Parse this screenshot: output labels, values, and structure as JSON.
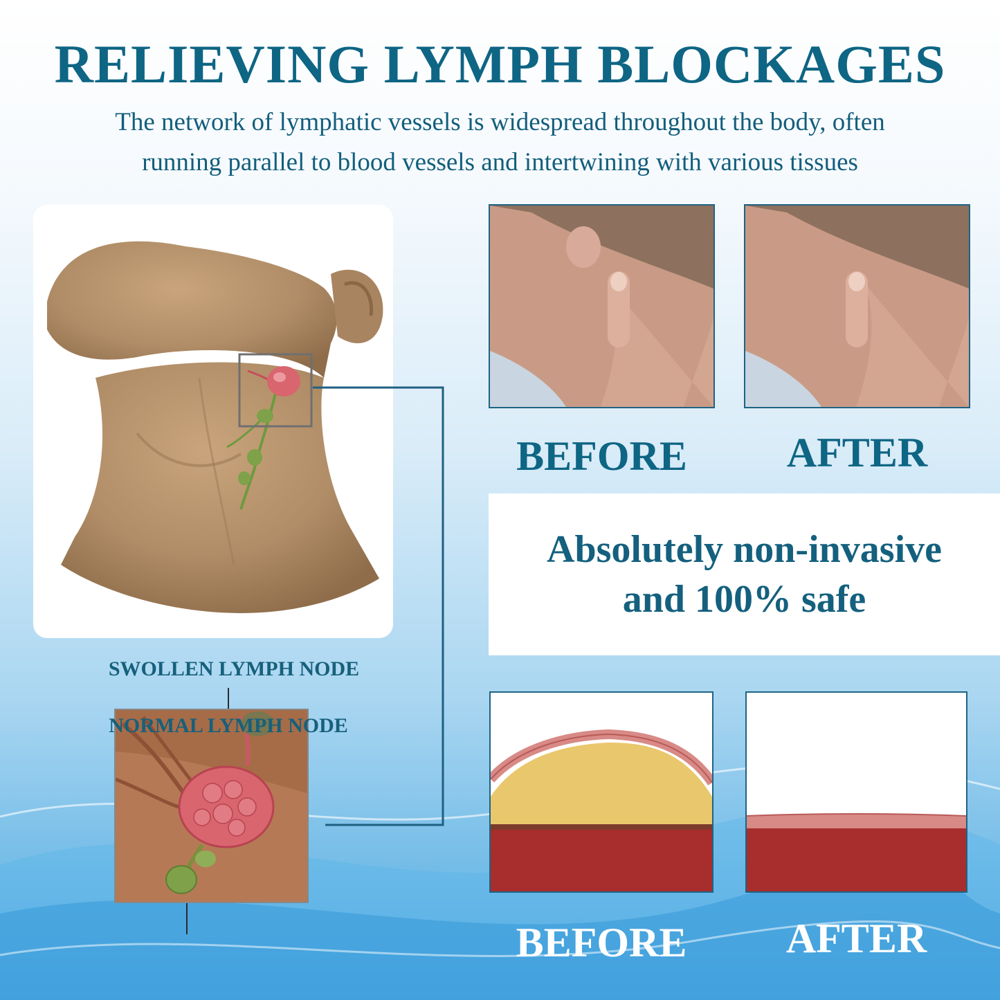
{
  "header": {
    "title": "RELIEVING LYMPH BLOCKAGES",
    "subtitle_line1": "The network of lymphatic vessels is widespread throughout the body, often",
    "subtitle_line2": "running parallel to blood vessels and intertwining with various tissues"
  },
  "labels": {
    "swollen": "SWOLLEN LYMPH NODE",
    "normal": "NORMAL LYMPH NODE"
  },
  "comparison_photos": {
    "before": "BEFORE",
    "after": "AFTER"
  },
  "safety": {
    "line1": "Absolutely non-invasive",
    "line2": "and 100% safe"
  },
  "comparison_tissue": {
    "before": "BEFORE",
    "after": "AFTER"
  },
  "colors": {
    "brand_teal": "#0e6584",
    "skin": "#b08d67",
    "swollen_node": "#d9656e",
    "normal_node": "#7ea14a",
    "tissue_red": "#a72e2c",
    "fat_yellow": "#e9c76c"
  }
}
